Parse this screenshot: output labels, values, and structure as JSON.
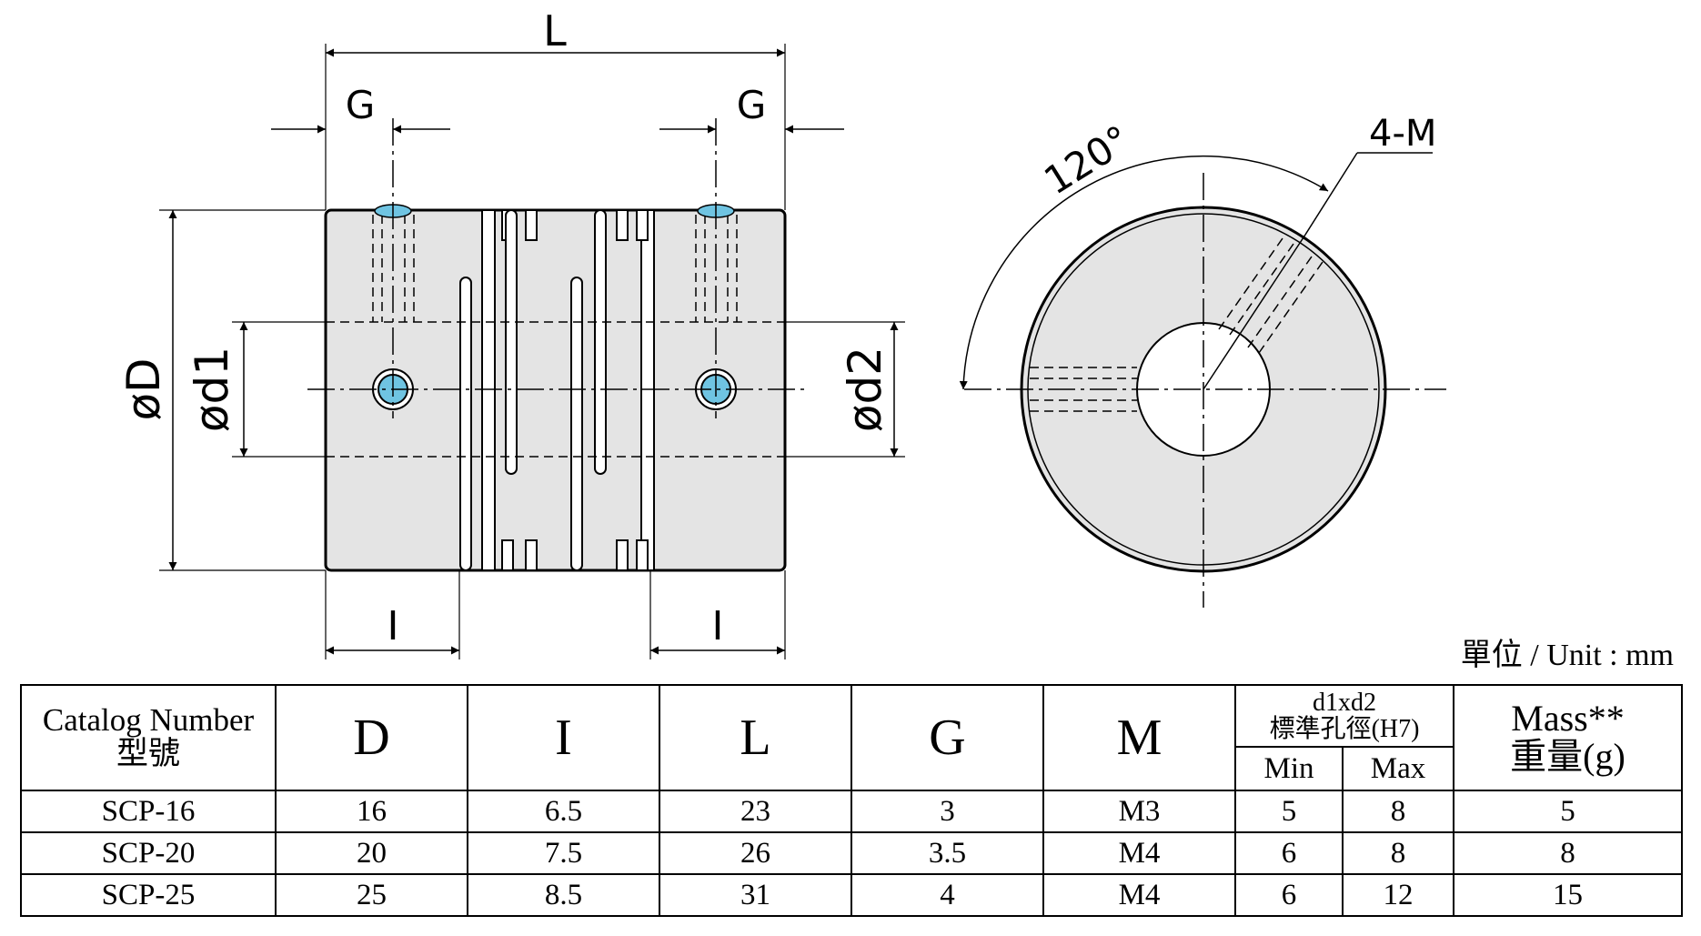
{
  "drawing": {
    "dim_labels": {
      "L": "L",
      "G_left": "G",
      "G_right": "G",
      "D": "øD",
      "d1": "ød1",
      "d2": "ød2",
      "I_left": "I",
      "I_right": "I",
      "angle": "120°",
      "screw": "4-M"
    }
  },
  "unit_note": "單位 / Unit : mm",
  "table": {
    "catalog_header_en": "Catalog Number",
    "catalog_header_zh": "型號",
    "headers": [
      "D",
      "I",
      "L",
      "G",
      "M"
    ],
    "bore_header_line1": "d1xd2",
    "bore_header_line2": "標準孔徑(H7)",
    "bore_min": "Min",
    "bore_max": "Max",
    "mass_header_en": "Mass**",
    "mass_header_zh": "重量(g)",
    "rows": [
      {
        "catalog": "SCP-16",
        "D": "16",
        "I": "6.5",
        "L": "23",
        "G": "3",
        "M": "M3",
        "min": "5",
        "max": "8",
        "mass": "5"
      },
      {
        "catalog": "SCP-20",
        "D": "20",
        "I": "7.5",
        "L": "26",
        "G": "3.5",
        "M": "M4",
        "min": "6",
        "max": "8",
        "mass": "8"
      },
      {
        "catalog": "SCP-25",
        "D": "25",
        "I": "8.5",
        "L": "31",
        "G": "4",
        "M": "M4",
        "min": "6",
        "max": "12",
        "mass": "15"
      }
    ]
  },
  "colors": {
    "body_fill": "#e4e4e4",
    "screw_fill": "#6fc4e2",
    "line": "#000000"
  }
}
